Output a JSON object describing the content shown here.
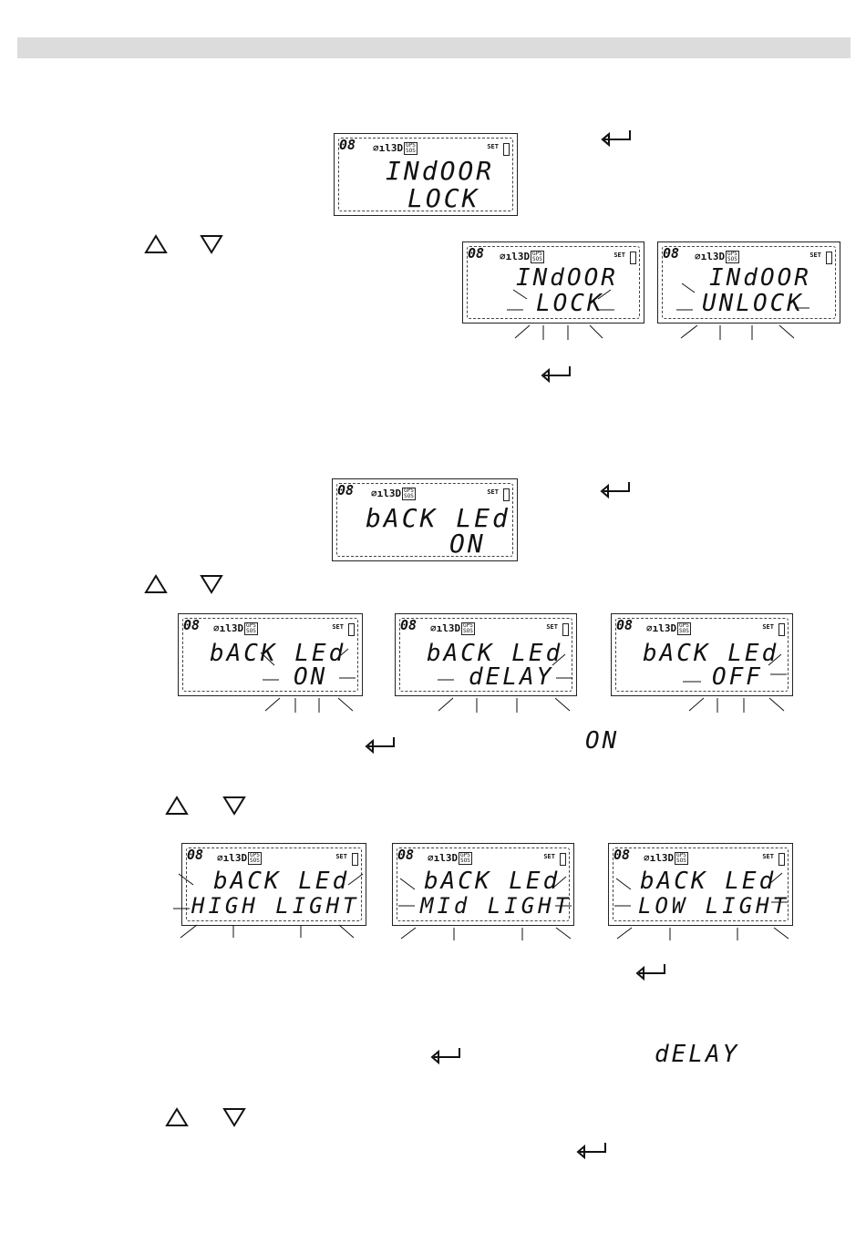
{
  "num": "08",
  "signal": "3D",
  "gps_label": "GPS",
  "sos_label": "SOS",
  "set_label": "SET",
  "indoor": {
    "main": {
      "line1": "INdOOR",
      "line2": "LOCK"
    },
    "options": [
      {
        "line1": "INdOOR",
        "line2": "LOCK"
      },
      {
        "line1": "INdOOR",
        "line2": "UNLOCK"
      }
    ]
  },
  "backled": {
    "main": {
      "line1": "bACK LEd",
      "line2": "ON"
    },
    "options": [
      {
        "line1": "bACK LEd",
        "line2": "ON"
      },
      {
        "line1": "bACK LEd",
        "line2": "dELAY"
      },
      {
        "line1": "bACK LEd",
        "line2": "OFF"
      }
    ],
    "brightness": [
      {
        "line1": "bACK LEd",
        "line2": "HIGH LIGHT"
      },
      {
        "line1": "bACK LEd",
        "line2": "MId LIGHT"
      },
      {
        "line1": "bACK LEd",
        "line2": "LOW LIGHT"
      }
    ]
  },
  "inline_on": "ON",
  "inline_delay": "dELAY"
}
